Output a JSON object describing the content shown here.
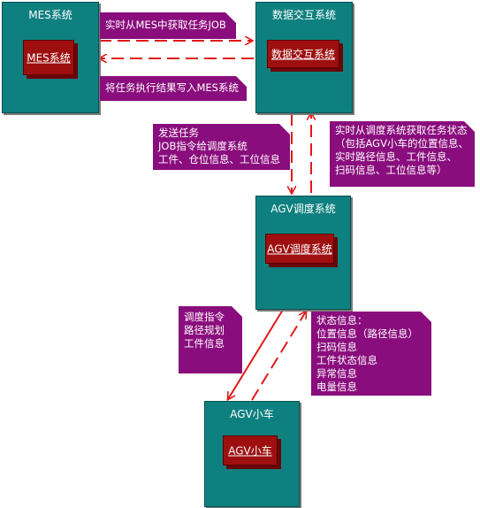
{
  "colors": {
    "system_box": "#0f8080",
    "inner_box": "#9e0f10",
    "note_box": "#8a0d7d",
    "arrow": "#e0191a"
  },
  "systems": {
    "mes": {
      "title": "MES系统",
      "inner": "MES系统"
    },
    "exchange": {
      "title": "数据交互系统",
      "inner": "数据交互系统"
    },
    "agv_dispatch": {
      "title": "AGV调度系统",
      "inner": "AGV调度系统"
    },
    "agv_car": {
      "title": "AGV小车",
      "inner": "AGV小车"
    }
  },
  "notes": {
    "get_job": [
      "实时从MES中获取任务JOB"
    ],
    "write_result": [
      "将任务执行结果写入MES系统"
    ],
    "send_task": [
      "发送任务",
      "JOB指令给调度系统",
      "工件、仓位信息、工位信息"
    ],
    "get_status": [
      "实时从调度系统获取任务状态",
      "（包括AGV小车的位置信息、",
      "实时路径信息、工件信息、",
      "扫码信息、工位信息等）"
    ],
    "dispatch_cmd": [
      "调度指令",
      "路径规划",
      "工件信息"
    ],
    "status_info": [
      "状态信息：",
      "位置信息（路径信息）",
      "扫码信息",
      "工件状态信息",
      "异常信息",
      "电量信息"
    ]
  }
}
